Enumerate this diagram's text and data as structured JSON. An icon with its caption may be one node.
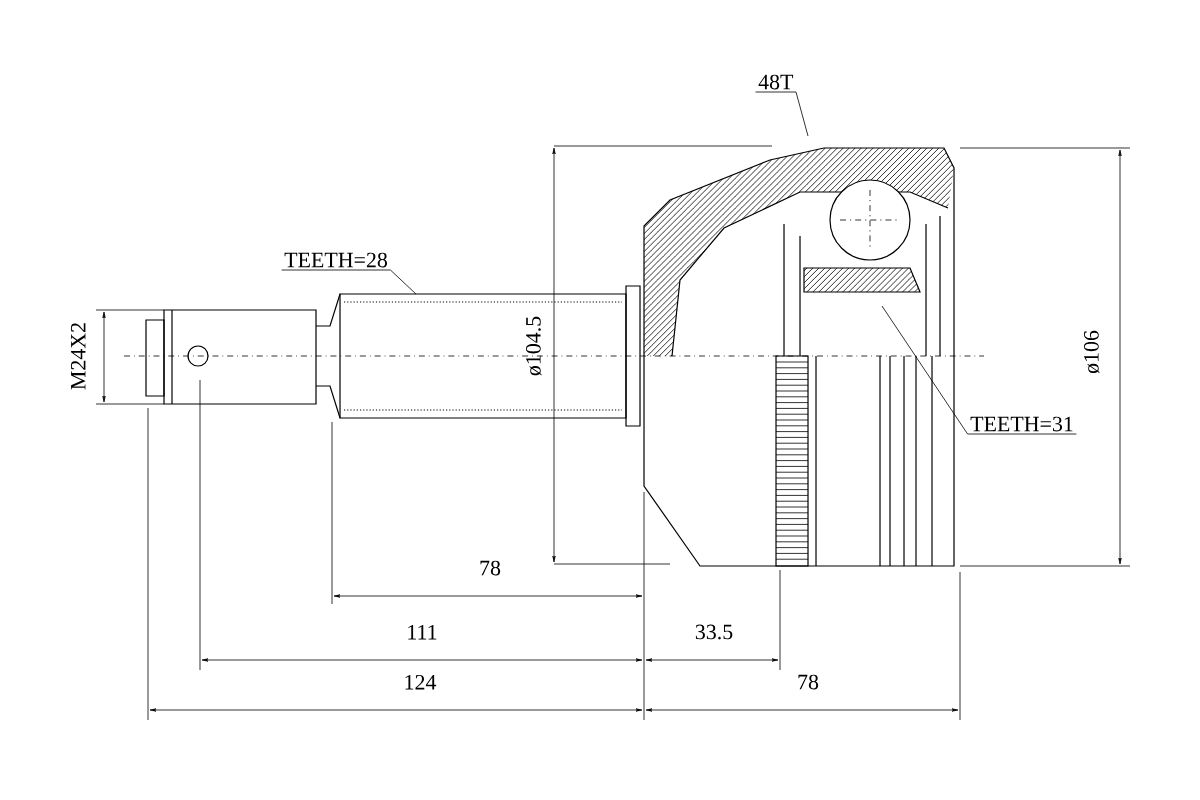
{
  "diagram": {
    "nodes": [
      {
        "text": [
          "TEETH=28"
        ]
      },
      {
        "text": [
          "48T"
        ]
      },
      {
        "text": [
          "TEETH=31"
        ]
      }
    ],
    "edges": [
      {
        "from": 0,
        "to": null,
        "arrow": "none"
      },
      {
        "from": 1,
        "to": null,
        "arrow": "none"
      },
      {
        "from": 2,
        "to": null,
        "arrow": "none"
      }
    ],
    "labels": [
      "M24X2",
      "ø104.5",
      "ø106",
      "78",
      "111",
      "33.5",
      "124",
      "78"
    ]
  }
}
